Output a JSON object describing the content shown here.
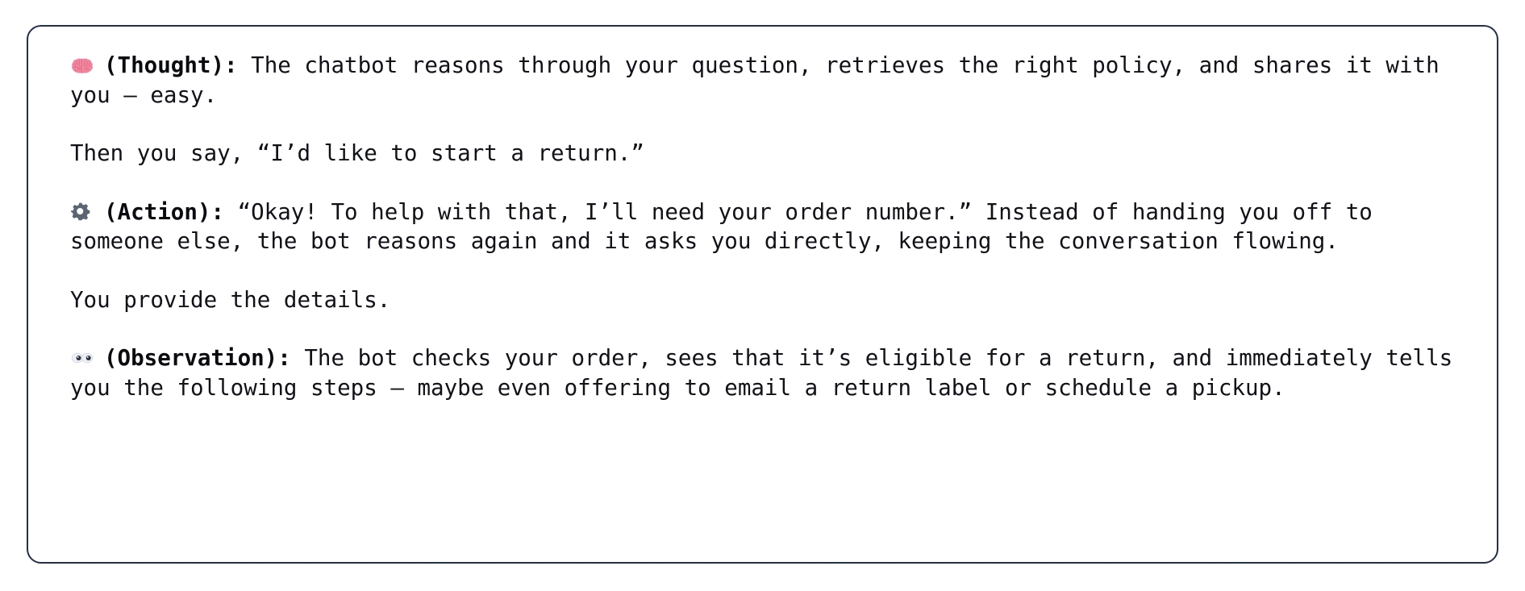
{
  "card": {
    "border_color": "#23304d",
    "background_color": "#ffffff",
    "text_color": "#111217"
  },
  "paragraphs": [
    {
      "id": "thought",
      "icon": "brain-icon",
      "icon_color": "#f4879f",
      "label": "(Thought):",
      "text": " The chatbot reasons through your question, retrieves the right policy, and shares it with you — easy."
    },
    {
      "id": "user-return-request",
      "icon": null,
      "label": "",
      "text": "Then you say, “I’d like to start a return.”"
    },
    {
      "id": "action",
      "icon": "gear-icon",
      "icon_color": "#5b6672",
      "label": "(Action):",
      "text": " “Okay! To help with that, I’ll need your order number.” Instead of handing you off to someone else, the bot reasons again and it asks you directly, keeping the conversation flowing."
    },
    {
      "id": "user-provides-details",
      "icon": null,
      "label": "",
      "text": "You provide the details."
    },
    {
      "id": "observation",
      "icon": "eyes-icon",
      "icon_color": "#3f4a5a",
      "label": "(Observation):",
      "text": " The bot checks your order, sees that it’s eligible for a return, and immediately tells you the following steps — maybe even offering to email a return label or schedule a pickup."
    }
  ]
}
